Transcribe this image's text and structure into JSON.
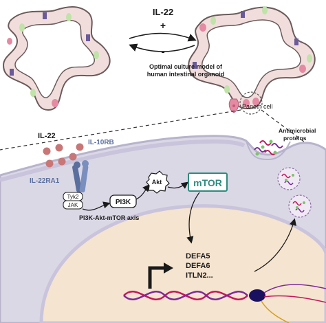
{
  "top": {
    "cytokine": "IL-22",
    "plus": "+",
    "minus": "-",
    "caption_line1": "Optimal culture model of",
    "caption_line2": "human intestinal organoid"
  },
  "legend": {
    "paneth_cell": "Paneth cell"
  },
  "bottom": {
    "ligand": "IL-22",
    "receptor_b": "IL-10RB",
    "receptor_a": "IL-22RA1",
    "kinase_tyk2": "Tyk2",
    "kinase_jak": "JAK",
    "pi3k": "PI3K",
    "akt": "Akt",
    "mtor": "mTOR",
    "axis_label": "PI3K-Akt-mTOR axis",
    "antimicrobial_line1": "Antimicrobial",
    "antimicrobial_line2": "proteins",
    "gene1": "DEFA5",
    "gene2": "DEFA6",
    "gene3": "ITLN2..."
  },
  "colors": {
    "villi_base": "#f1dedc",
    "villi_outline": "#6b5a5a",
    "paneth_pink": "#e48aa3",
    "goblet_green": "#bfe3a8",
    "cell_purple": "#6a5a9a",
    "cytoplasm": "#dbd8e6",
    "cytoplasm_edge": "#b8b3cc",
    "nucleus": "#f5e4cf",
    "ligand_red": "#c97676",
    "receptor_blue": "#5a6f9e",
    "mtor_green": "#2e8b7e",
    "dna_red": "#c2185b",
    "dna_purple": "#7b2a9a",
    "granule_green": "#7cc36a"
  }
}
